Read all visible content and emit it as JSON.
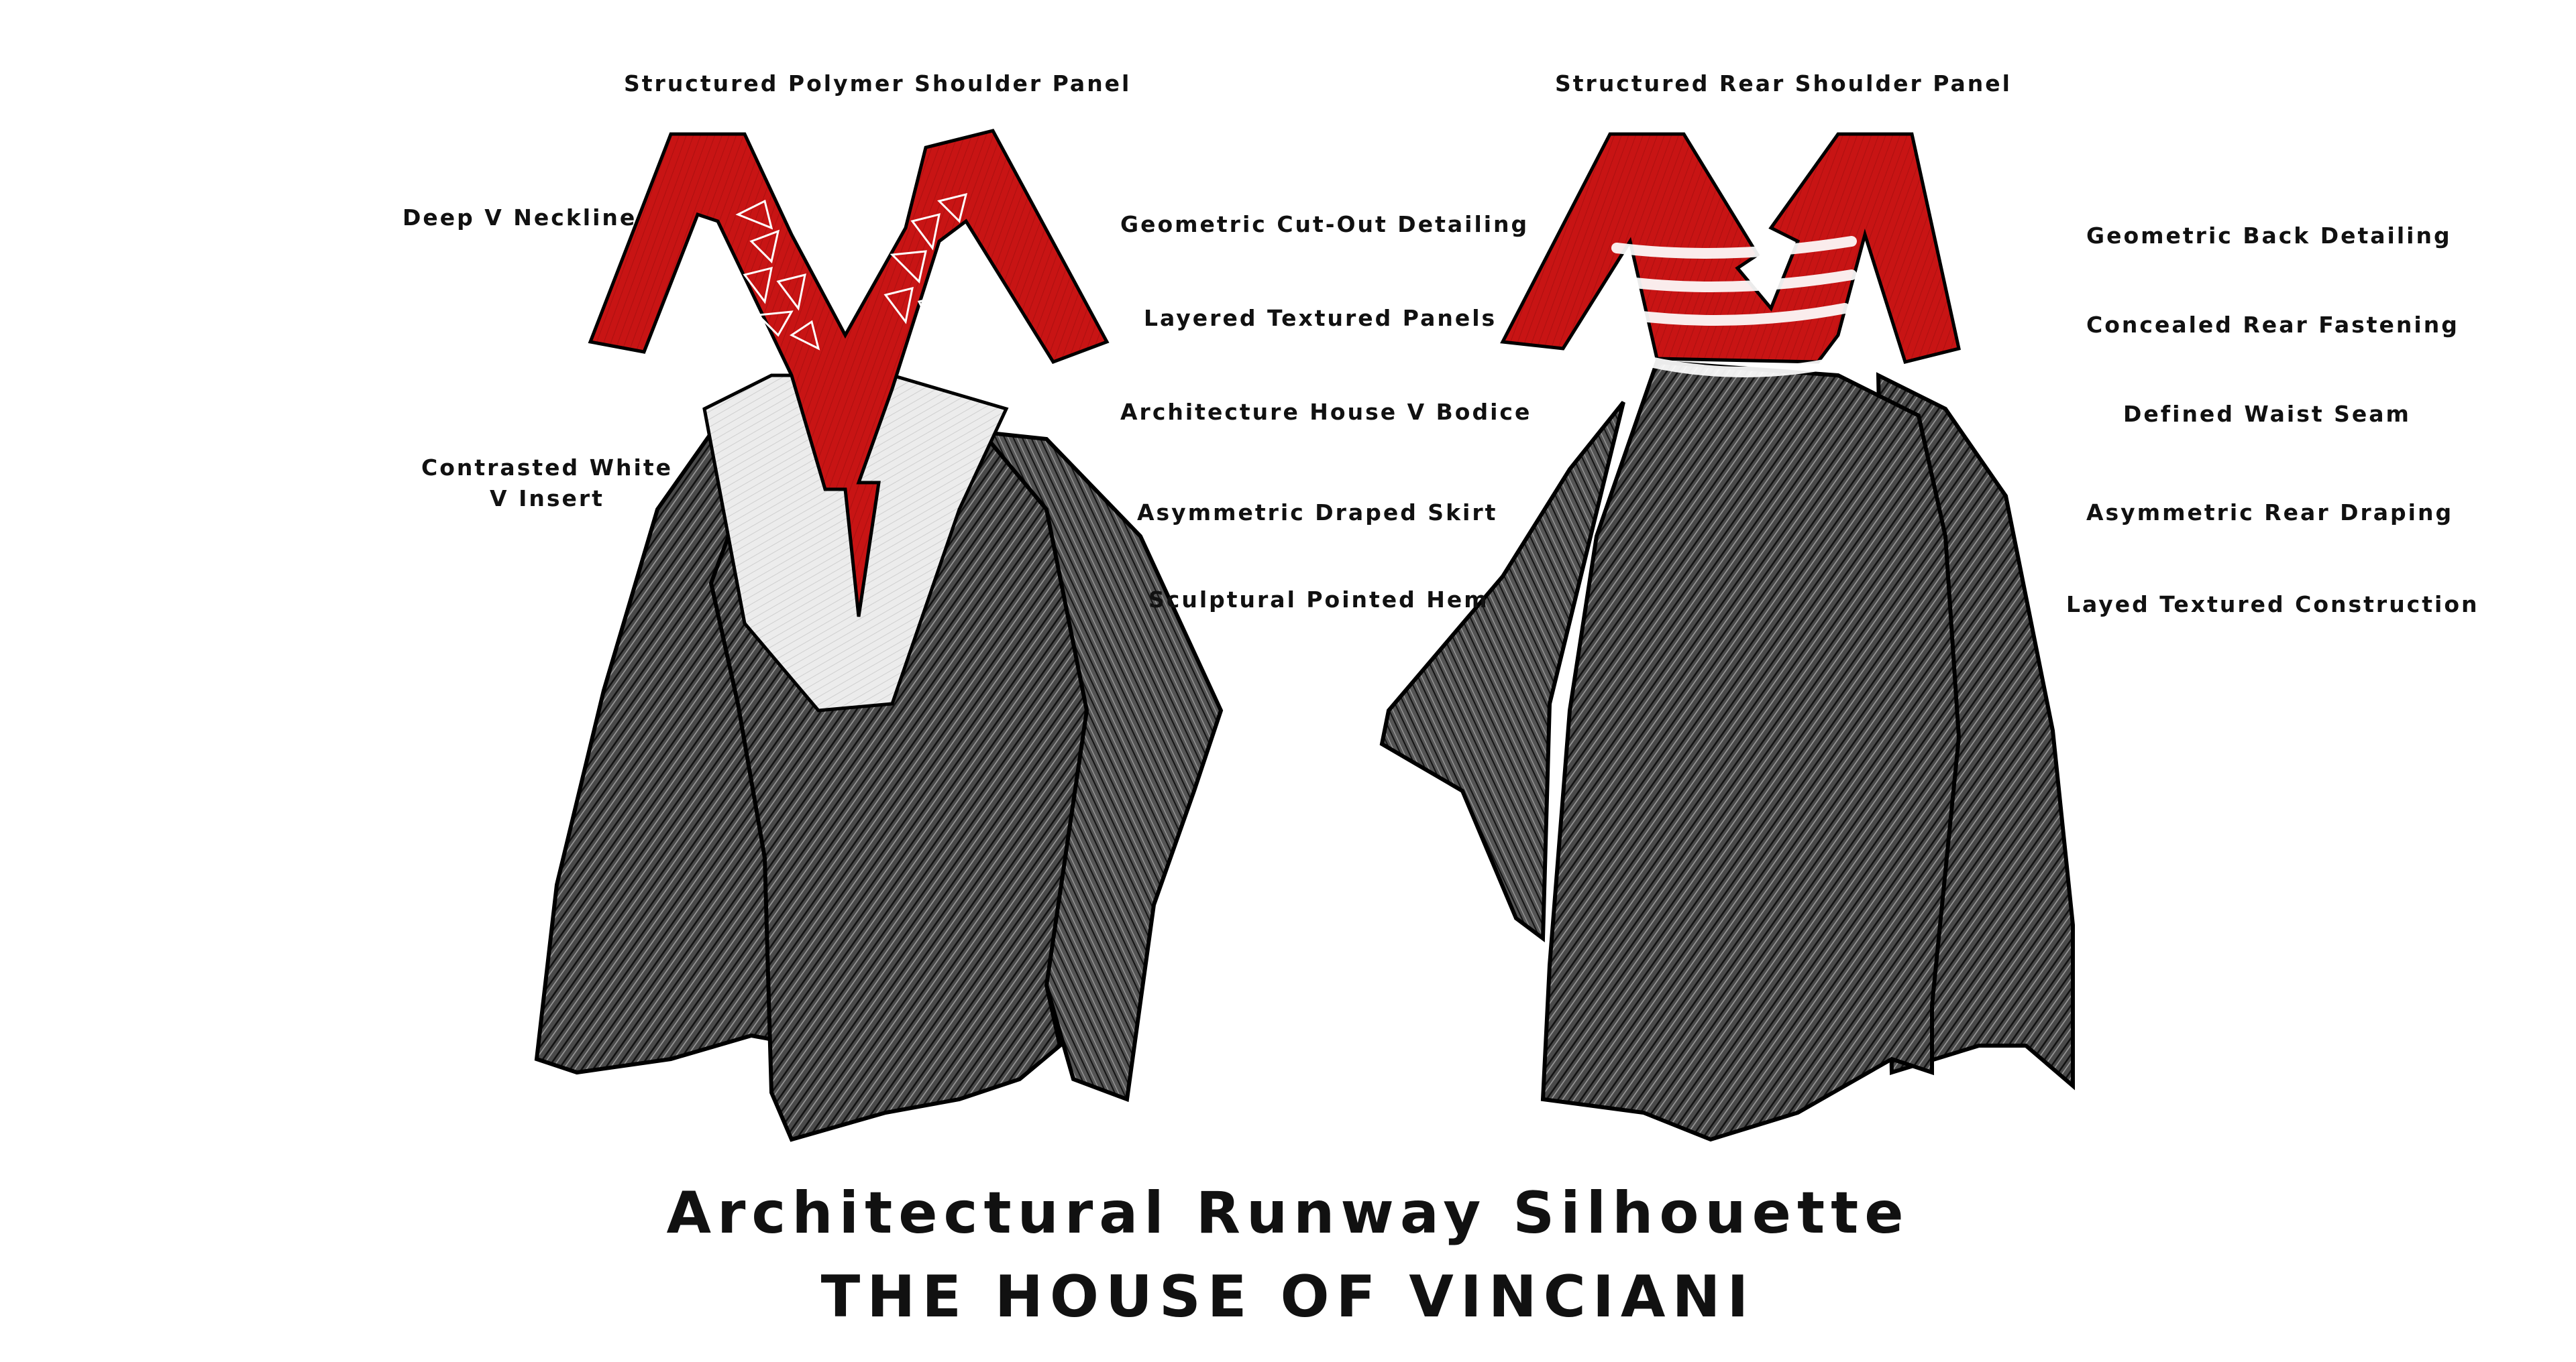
{
  "front_labels": {
    "shoulder": "Structured Polymer Shoulder Panel",
    "neckline": "Deep V Neckline",
    "cutout": "Geometric Cut-Out Detailing",
    "layered": "Layered Textured Panels",
    "bodice": "Architecture House V Bodice",
    "insert": "Contrasted White\nV Insert",
    "skirt": "Asymmetric Draped Skirt",
    "hem": "Sculptural Pointed Hem"
  },
  "back_labels": {
    "shoulder": "Structured Rear Shoulder Panel",
    "detailing": "Geometric Back Detailing",
    "fastening": "Concealed Rear Fastening",
    "waist": "Defined Waist Seam",
    "draping": "Asymmetric Rear Draping",
    "construction": "Layed Textured Construction"
  },
  "title": {
    "main": "Architectural Runway Silhouette",
    "house": "THE HOUSE OF VINCIANI"
  },
  "colors": {
    "red": "#c81414",
    "skirt": "#3a3a3a",
    "white_insert": "#e8e8e8"
  }
}
